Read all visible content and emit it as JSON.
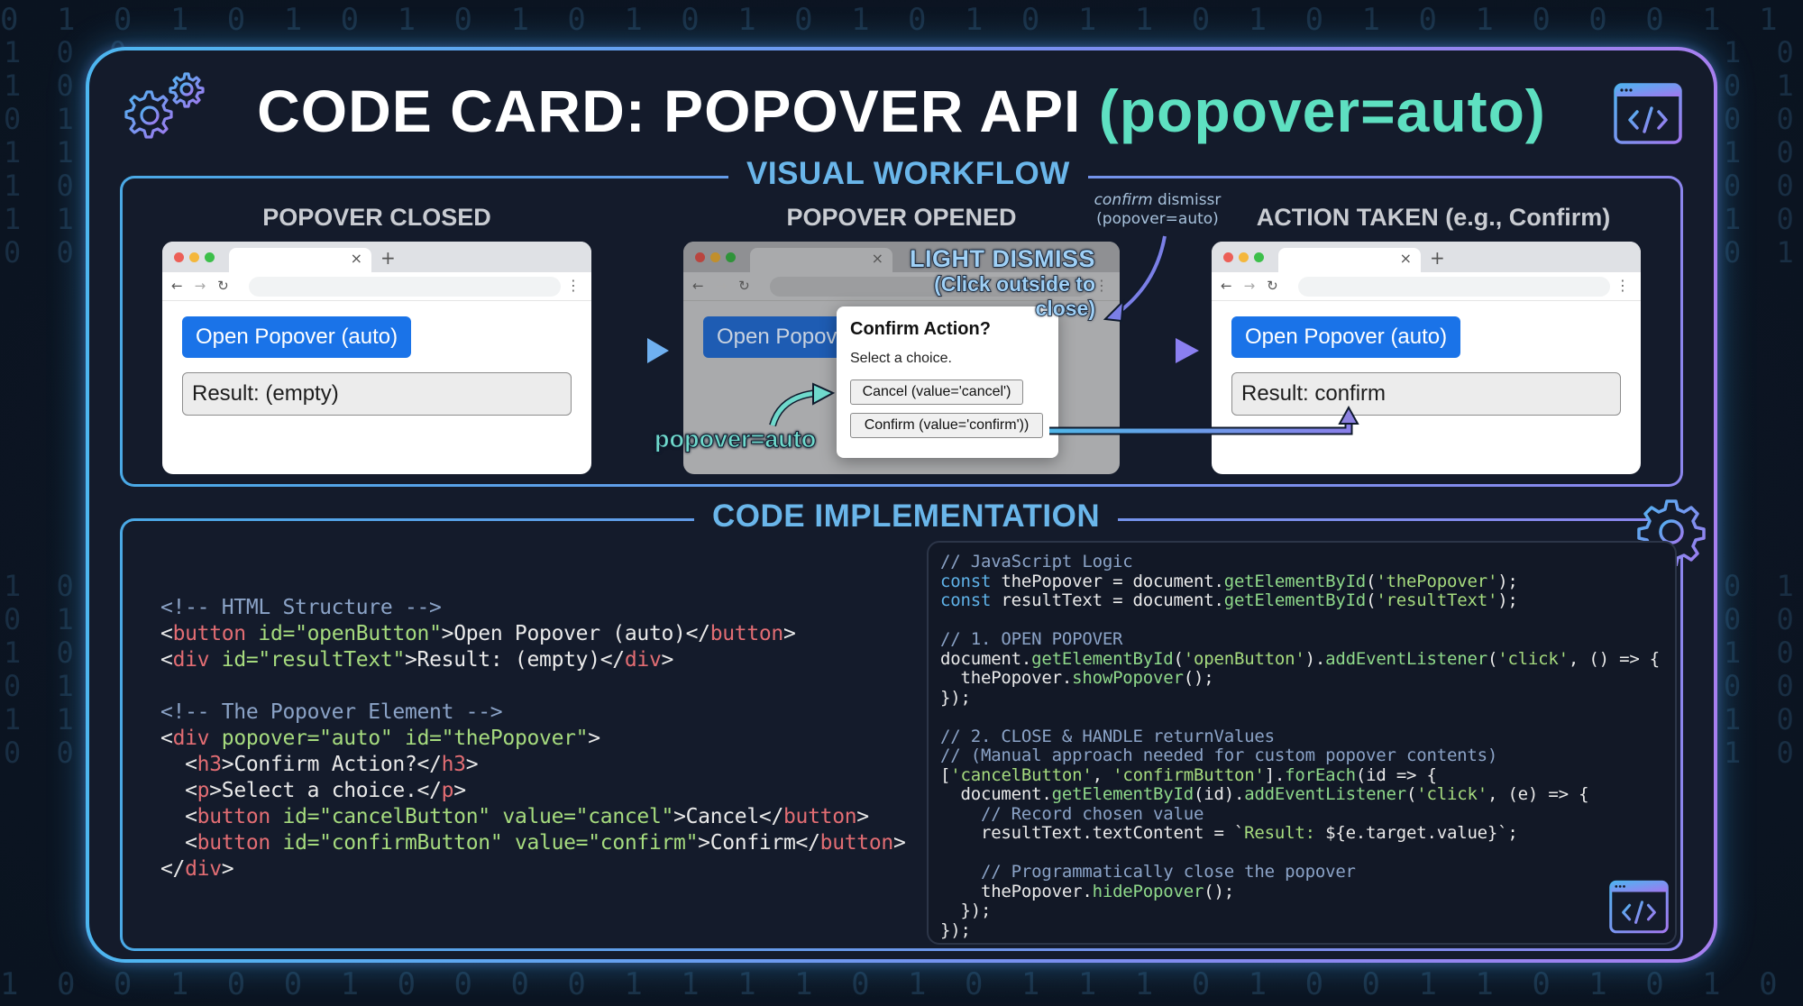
{
  "background": {
    "binary_top": "0 1 0 1 0 1 0 1 0 1 0 1 0 1 0 1 0 1 0 1 1 0 1 0 1 0 1 0 0 0 1 1 0 1 0 1 0 1 0 1 0 1 0 1 1 0 1 0 1 0 0 0 1 0 1 0",
    "binary_bottom": "1 0 0 1 0 0 1 0 0 0 0 1 1 1 1 0 1 0 1 1 1 0 1 0 0 1 1 0 1 0 1 0 1 0 1 1 0 0 1 0 0 1 0 1 1 0 1 1",
    "binary_left": "1 0 0\n1 0 1\n0 1 0\n1 1 0\n1 0 1\n1 1 0\n0 0 0\n\n\n\n\n\n\n\n\n\n1 0 1\n0 1 0\n1 0 0\n0 1 1\n1 1 0\n0 0 0",
    "binary_right": "1 0 0\n0 1 0\n0 0 1\n1 0 1\n0 0 1\n1 0 1\n0 1 0\n\n\n\n\n\n\n\n\n\n0 1 0\n0 0 1\n1 0 1\n0 0 1\n1 0 1\n1 0 0"
  },
  "header": {
    "title_main": "CODE CARD: POPOVER API ",
    "title_accent": "(popover=auto)"
  },
  "colors": {
    "accent_teal": "#5ee0c1",
    "section_blue": "#6ab6ea",
    "button_blue": "#1a73e8",
    "arrow_purple": "#7b7fe6"
  },
  "workflow": {
    "section_label": "VISUAL WORKFLOW",
    "stages": [
      {
        "title": "POPOVER CLOSED",
        "open_button_label": "Open Popover (auto)",
        "result_text": "Result: (empty)"
      },
      {
        "title": "POPOVER OPENED",
        "open_button_label": "Open Popover (auto)",
        "popover": {
          "heading": "Confirm Action?",
          "subtext": "Select a choice.",
          "cancel_label": "Cancel (value='cancel')",
          "confirm_label": "Confirm (value='confirm'))"
        },
        "light_dismiss_line1": "LIGHT DISMISS",
        "light_dismiss_line2": "(Click outside to close)",
        "popover_label": "popover=auto"
      },
      {
        "title": "ACTION TAKEN (e.g., Confirm)",
        "open_button_label": "Open Popover (auto)",
        "result_text": "Result: confirm"
      }
    ],
    "annotation": {
      "line1_italic": "confirm",
      "line1_rest": " dismissr",
      "line2": "(popover=auto)"
    },
    "browser_chrome": {
      "tab_close": "×",
      "new_tab": "+",
      "back": "←",
      "forward": "→",
      "reload": "↻",
      "menu": "⋮"
    }
  },
  "code": {
    "section_label": "CODE IMPLEMENTATION",
    "html_lines": [
      [
        [
          "c-cm",
          "<!-- HTML Structure -->"
        ]
      ],
      [
        [
          "c-pl",
          "<"
        ],
        [
          "c-tag",
          "button"
        ],
        [
          "c-pl",
          " "
        ],
        [
          "c-attr",
          "id=\"openButton\""
        ],
        [
          "c-pl",
          ">Open Popover (auto)</"
        ],
        [
          "c-tag",
          "button"
        ],
        [
          "c-pl",
          ">"
        ]
      ],
      [
        [
          "c-pl",
          "<"
        ],
        [
          "c-tag",
          "div"
        ],
        [
          "c-pl",
          " "
        ],
        [
          "c-attr",
          "id=\"resultText\""
        ],
        [
          "c-pl",
          ">Result: (empty)</"
        ],
        [
          "c-tag",
          "div"
        ],
        [
          "c-pl",
          ">"
        ]
      ],
      [],
      [
        [
          "c-cm",
          "<!-- The Popover Element -->"
        ]
      ],
      [
        [
          "c-pl",
          "<"
        ],
        [
          "c-tag",
          "div"
        ],
        [
          "c-pl",
          " "
        ],
        [
          "c-attr",
          "popover=\"auto\""
        ],
        [
          "c-pl",
          " "
        ],
        [
          "c-attr",
          "id=\"thePopover\""
        ],
        [
          "c-pl",
          ">"
        ]
      ],
      [
        [
          "c-pl",
          "  <"
        ],
        [
          "c-tag",
          "h3"
        ],
        [
          "c-pl",
          ">Confirm Action?</"
        ],
        [
          "c-tag",
          "h3"
        ],
        [
          "c-pl",
          ">"
        ]
      ],
      [
        [
          "c-pl",
          "  <"
        ],
        [
          "c-tag",
          "p"
        ],
        [
          "c-pl",
          ">Select a choice.</"
        ],
        [
          "c-tag",
          "p"
        ],
        [
          "c-pl",
          ">"
        ]
      ],
      [
        [
          "c-pl",
          "  <"
        ],
        [
          "c-tag",
          "button"
        ],
        [
          "c-pl",
          " "
        ],
        [
          "c-attr",
          "id=\"cancelButton\""
        ],
        [
          "c-pl",
          " "
        ],
        [
          "c-attr",
          "value=\"cancel\""
        ],
        [
          "c-pl",
          ">Cancel</"
        ],
        [
          "c-tag",
          "button"
        ],
        [
          "c-pl",
          ">"
        ]
      ],
      [
        [
          "c-pl",
          "  <"
        ],
        [
          "c-tag",
          "button"
        ],
        [
          "c-pl",
          " "
        ],
        [
          "c-attr",
          "id=\"confirmButton\""
        ],
        [
          "c-pl",
          " "
        ],
        [
          "c-attr",
          "value=\"confirm\""
        ],
        [
          "c-pl",
          ">Confirm</"
        ],
        [
          "c-tag",
          "button"
        ],
        [
          "c-pl",
          ">"
        ]
      ],
      [
        [
          "c-pl",
          "</"
        ],
        [
          "c-tag",
          "div"
        ],
        [
          "c-pl",
          ">"
        ]
      ]
    ],
    "js_lines": [
      [
        [
          "c-cm",
          "// JavaScript Logic"
        ]
      ],
      [
        [
          "c-kw",
          "const"
        ],
        [
          "c-pl",
          " thePopover = document."
        ],
        [
          "c-fn",
          "getElementById"
        ],
        [
          "c-pl",
          "("
        ],
        [
          "c-str",
          "'thePopover'"
        ],
        [
          "c-pl",
          ");"
        ]
      ],
      [
        [
          "c-kw",
          "const"
        ],
        [
          "c-pl",
          " resultText = document."
        ],
        [
          "c-fn",
          "getElementById"
        ],
        [
          "c-pl",
          "("
        ],
        [
          "c-str",
          "'resultText'"
        ],
        [
          "c-pl",
          ");"
        ]
      ],
      [],
      [
        [
          "c-cm",
          "// 1. OPEN POPOVER"
        ]
      ],
      [
        [
          "c-pl",
          "document."
        ],
        [
          "c-fn",
          "getElementById"
        ],
        [
          "c-pl",
          "("
        ],
        [
          "c-str",
          "'openButton'"
        ],
        [
          "c-pl",
          ")."
        ],
        [
          "c-fn",
          "addEventListener"
        ],
        [
          "c-pl",
          "("
        ],
        [
          "c-str",
          "'click'"
        ],
        [
          "c-pl",
          ", () => {"
        ]
      ],
      [
        [
          "c-pl",
          "  thePopover."
        ],
        [
          "c-fn",
          "showPopover"
        ],
        [
          "c-pl",
          "();"
        ]
      ],
      [
        [
          "c-pl",
          "});"
        ]
      ],
      [],
      [
        [
          "c-cm",
          "// 2. CLOSE & HANDLE returnValues"
        ]
      ],
      [
        [
          "c-cm",
          "// (Manual approach needed for custom popover contents)"
        ]
      ],
      [
        [
          "c-pl",
          "["
        ],
        [
          "c-str",
          "'cancelButton'"
        ],
        [
          "c-pl",
          ", "
        ],
        [
          "c-str",
          "'confirmButton'"
        ],
        [
          "c-pl",
          "]."
        ],
        [
          "c-fn",
          "forEach"
        ],
        [
          "c-pl",
          "(id => {"
        ]
      ],
      [
        [
          "c-pl",
          "  document."
        ],
        [
          "c-fn",
          "getElementById"
        ],
        [
          "c-pl",
          "(id)."
        ],
        [
          "c-fn",
          "addEventListener"
        ],
        [
          "c-pl",
          "("
        ],
        [
          "c-str",
          "'click'"
        ],
        [
          "c-pl",
          ", (e) => {"
        ]
      ],
      [
        [
          "c-cm",
          "    // Record chosen value"
        ]
      ],
      [
        [
          "c-pl",
          "    resultText.textContent = `"
        ],
        [
          "c-str",
          "Result: "
        ],
        [
          "c-pl",
          "${e.target.value}`;"
        ]
      ],
      [],
      [
        [
          "c-cm",
          "    // Programmatically close the popover"
        ]
      ],
      [
        [
          "c-pl",
          "    thePopover."
        ],
        [
          "c-fn",
          "hidePopover"
        ],
        [
          "c-pl",
          "();"
        ]
      ],
      [
        [
          "c-pl",
          "  });"
        ]
      ],
      [
        [
          "c-pl",
          "});"
        ]
      ]
    ]
  },
  "icons": {
    "gears": "gears-icon",
    "code_window_top": "code-window-icon",
    "code_window_bottom": "code-window-icon",
    "gear_right": "gear-icon"
  }
}
